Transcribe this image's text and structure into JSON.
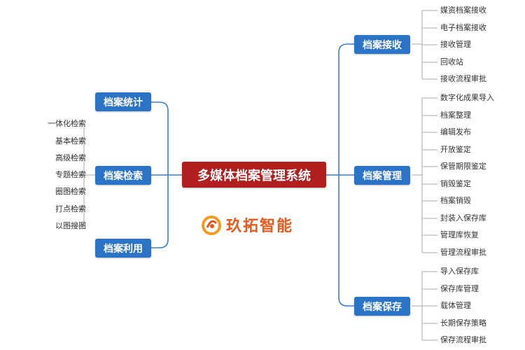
{
  "center": "多媒体档案管理系统",
  "left_branches": [
    {
      "label": "档案统计",
      "items": []
    },
    {
      "label": "档案检索",
      "items": [
        "一体化检索",
        "基本检索",
        "高级检索",
        "专题检索",
        "圈图检索",
        "打点检索",
        "以图搜图"
      ]
    },
    {
      "label": "档案利用",
      "items": []
    }
  ],
  "right_branches": [
    {
      "label": "档案接收",
      "items": [
        "媒资档案接收",
        "电子档案接收",
        "接收管理",
        "回收站",
        "接收流程审批"
      ]
    },
    {
      "label": "档案管理",
      "items": [
        "数字化成果导入",
        "档案整理",
        "编辑发布",
        "开放鉴定",
        "保管期限鉴定",
        "销毁鉴定",
        "档案销毁",
        "封装入保存库",
        "管理库恢复",
        "管理流程审批"
      ]
    },
    {
      "label": "档案保存",
      "items": [
        "导入保存库",
        "保存库管理",
        "载体管理",
        "长期保存策略",
        "保存流程审批"
      ]
    }
  ],
  "logo": {
    "text": "玖拓智能"
  },
  "colors": {
    "center": "#b01e1e",
    "branch": "#2a73c7",
    "line": "#3a7fd0",
    "leaf_line": "#aaaaaa",
    "logo": "#e85a1c"
  }
}
